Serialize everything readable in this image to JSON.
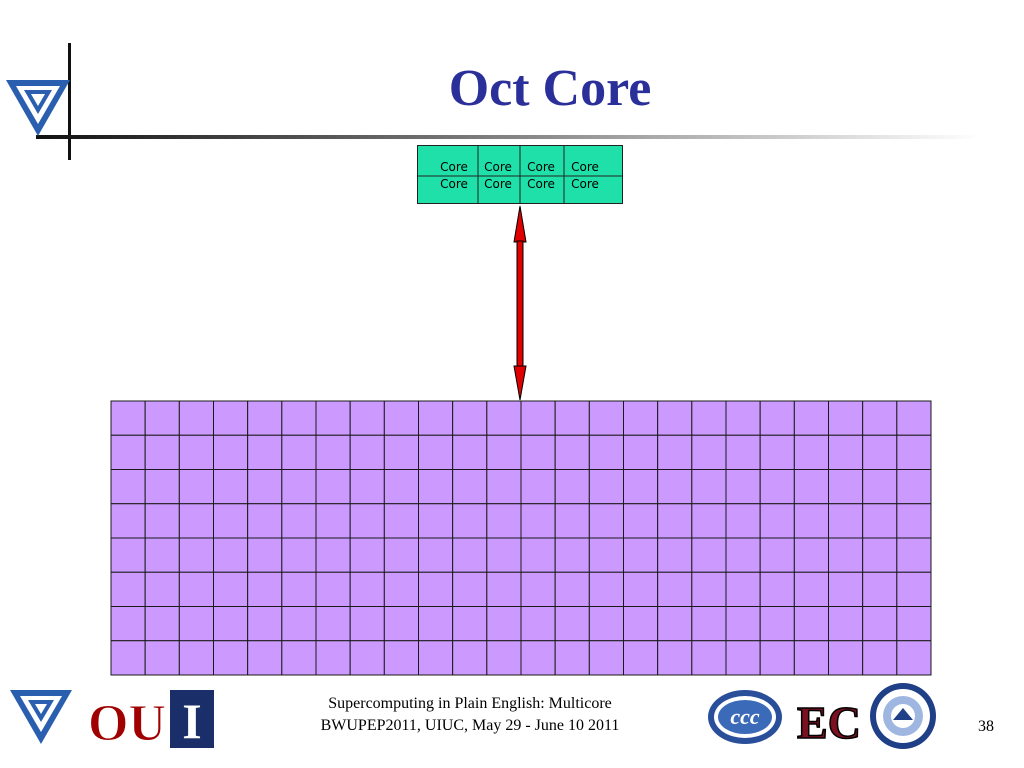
{
  "slide": {
    "title": "Oct Core",
    "page_number": "38"
  },
  "colors": {
    "title": "#2b2f9a",
    "core_fill": "#1fe0a8",
    "memory_fill": "#cc99ff",
    "arrow": "#e00000",
    "logo_blue": "#2a5fb0",
    "ou_crimson": "#a00000",
    "illinois_blue": "#1a2f6a",
    "ec_maroon": "#7a1020"
  },
  "processor": {
    "cores": [
      "Core",
      "Core",
      "Core",
      "Core",
      "Core",
      "Core",
      "Core",
      "Core"
    ]
  },
  "memory": {
    "rows": 8,
    "columns": 24
  },
  "footer": {
    "line1": "Supercomputing in Plain English: Multicore",
    "line2": "BWUPEP2011, UIUC, May 29 - June 10 2011"
  },
  "logos": {
    "ou": "OU",
    "illinois": "I",
    "ccc": "ccc",
    "ec": "EC"
  }
}
